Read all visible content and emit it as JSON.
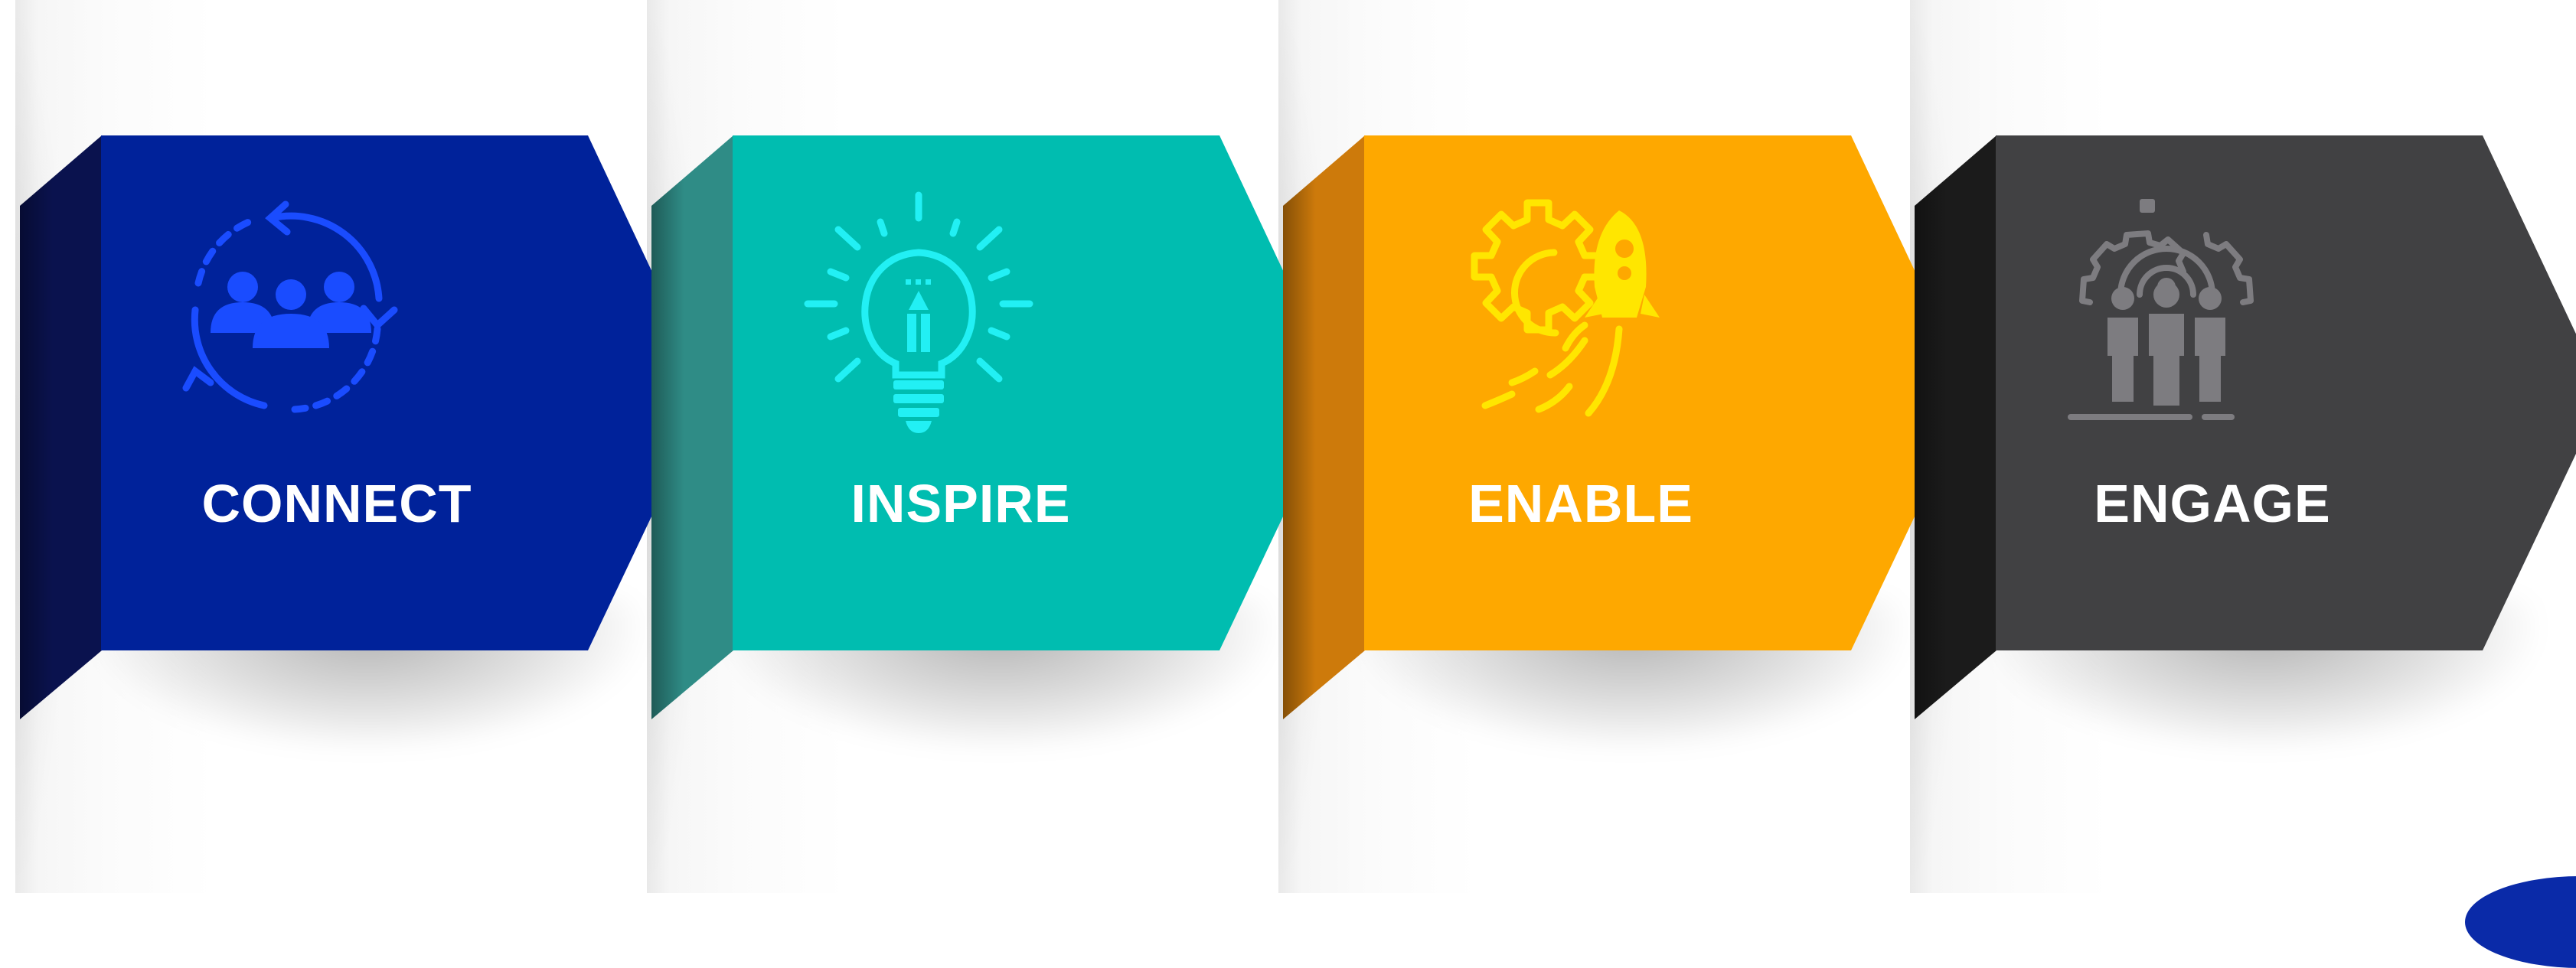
{
  "colors": {
    "connect": "#00229a",
    "connect_fold": "#0a124e",
    "connect_icon": "#1a4cff",
    "inspire": "#00bdb0",
    "inspire_fold": "#2f8c86",
    "inspire_icon": "#22f0f4",
    "enable": "#fea800",
    "enable_fold": "#cd7a0b",
    "enable_icon": "#ffe600",
    "engage": "#414143",
    "engage_fold": "#1b1b1b",
    "engage_icon": "#7d7c80"
  },
  "steps": [
    {
      "label": "CONNECT",
      "icon": "people-cycle-icon"
    },
    {
      "label": "INSPIRE",
      "icon": "lightbulb-icon"
    },
    {
      "label": "ENABLE",
      "icon": "gear-rocket-icon"
    },
    {
      "label": "ENGAGE",
      "icon": "team-gear-icon"
    }
  ]
}
